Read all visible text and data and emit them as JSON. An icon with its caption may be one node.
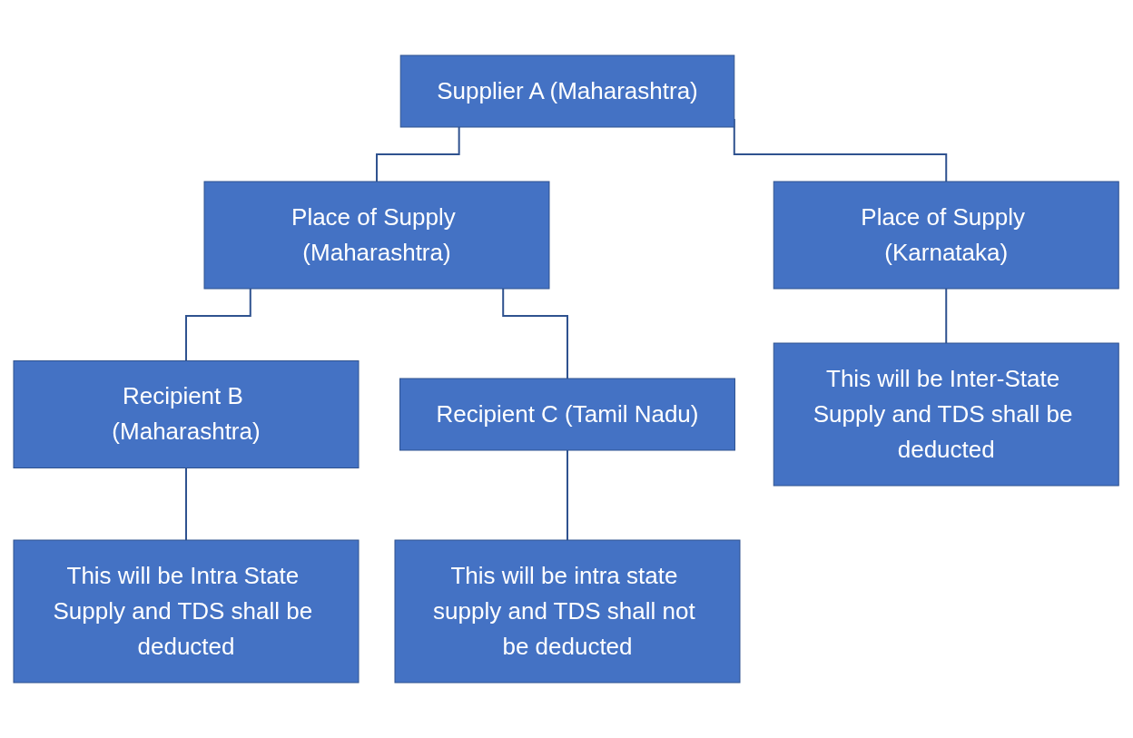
{
  "diagram": {
    "nodes": [
      {
        "text": [
          "Supplier A (Maharashtra)"
        ]
      },
      {
        "text": [
          "Place of Supply (Maharashtra)"
        ]
      },
      {
        "text": [
          "Place of Supply (Karnataka)"
        ]
      },
      {
        "text": [
          "Recipient B (Maharashtra)"
        ]
      },
      {
        "text": [
          "Recipient C (Tamil Nadu)"
        ]
      },
      {
        "text": [
          "This will be Inter-State Supply and TDS shall be deducted"
        ]
      },
      {
        "text": [
          "This will be Intra State Supply and TDS shall be deducted"
        ]
      },
      {
        "text": [
          "This will be intra state supply and TDS shall not be deducted"
        ]
      }
    ],
    "edges": [
      {
        "from": 0,
        "to": 1,
        "arrow": "none"
      },
      {
        "from": 0,
        "to": 2,
        "arrow": "none"
      },
      {
        "from": 1,
        "to": 3,
        "arrow": "none"
      },
      {
        "from": 1,
        "to": 4,
        "arrow": "none"
      },
      {
        "from": 2,
        "to": 5,
        "arrow": "none"
      },
      {
        "from": 3,
        "to": 6,
        "arrow": "none"
      },
      {
        "from": 4,
        "to": 7,
        "arrow": "none"
      }
    ]
  }
}
